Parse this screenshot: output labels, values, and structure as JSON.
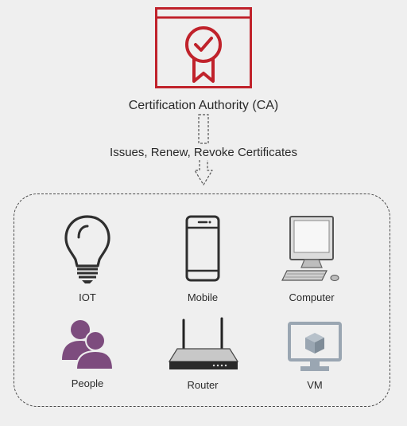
{
  "authority": {
    "title": "Certification Authority (CA)",
    "icon": "certificate-window-icon",
    "color": "#c0222b"
  },
  "relationship": {
    "label": "Issues, Renew, Revoke Certificates"
  },
  "devices": [
    {
      "label": "IOT",
      "icon": "light-bulb-icon"
    },
    {
      "label": "Mobile",
      "icon": "smartphone-icon"
    },
    {
      "label": "Computer",
      "icon": "desktop-computer-icon"
    },
    {
      "label": "People",
      "icon": "people-icon",
      "color": "#7d4c7e"
    },
    {
      "label": "Router",
      "icon": "router-icon"
    },
    {
      "label": "VM",
      "icon": "virtual-machine-icon",
      "color": "#9aa6b2"
    }
  ]
}
